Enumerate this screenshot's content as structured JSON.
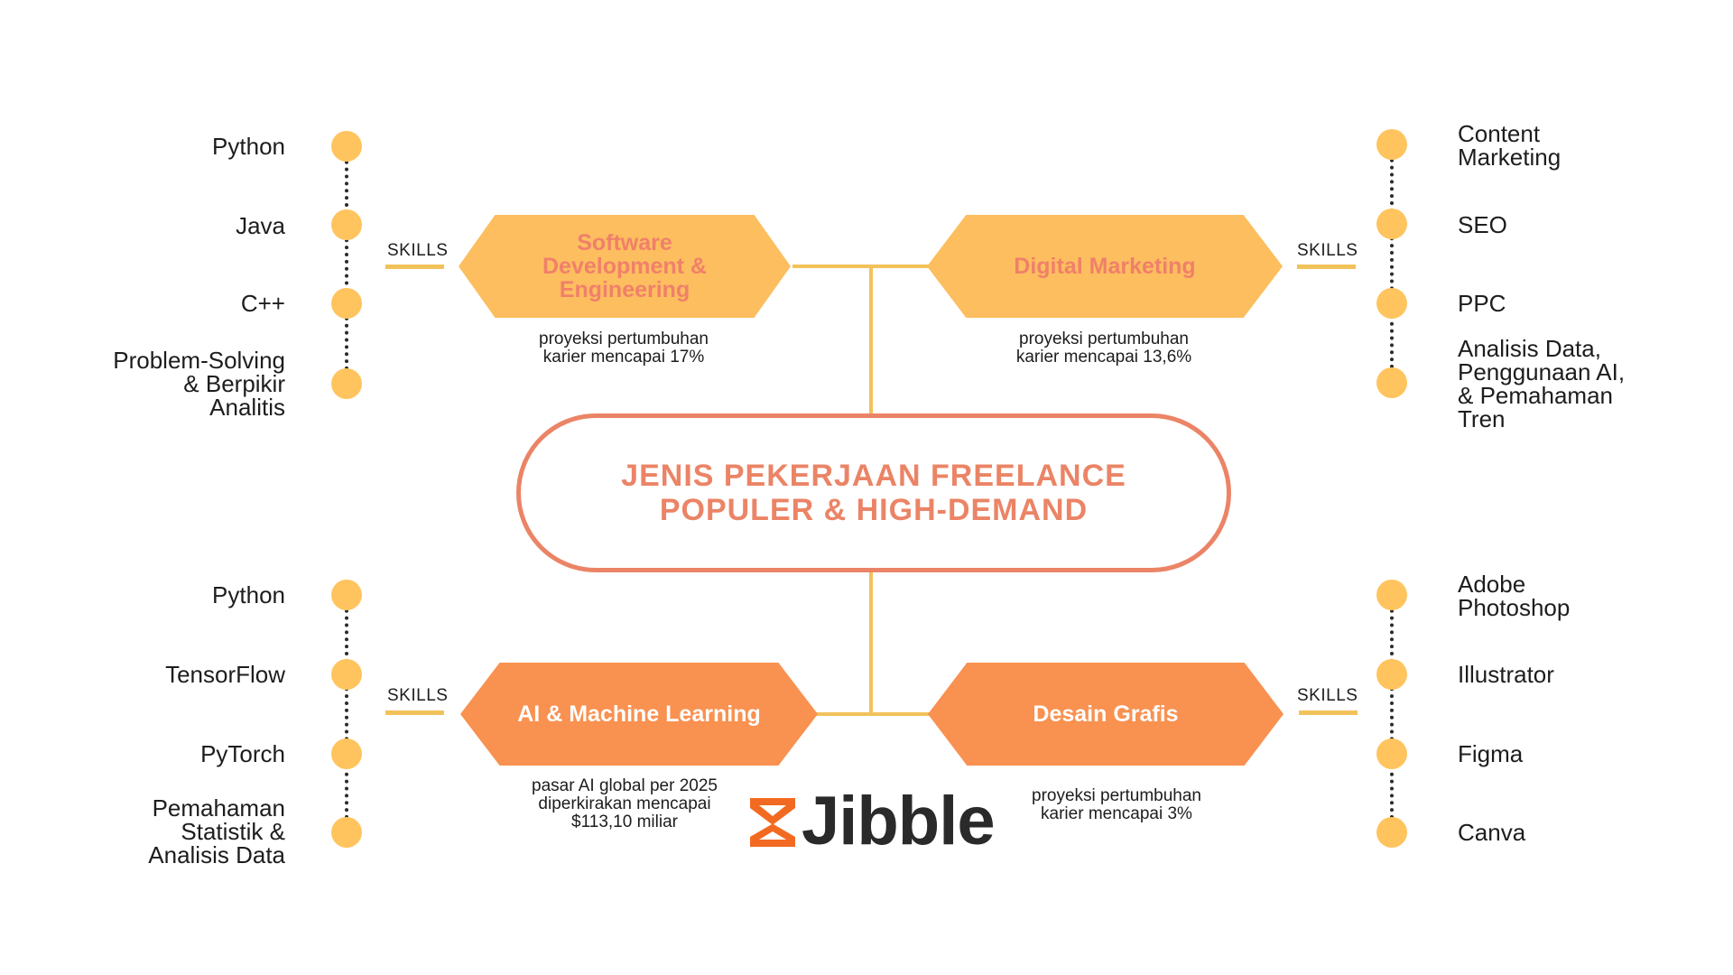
{
  "title_line1": "JENIS PEKERJAAN FREELANCE",
  "title_line2": "POPULER & HIGH-DEMAND",
  "skills_tag": "SKILLS",
  "quadrants": {
    "software": {
      "title": "Software Development & Engineering",
      "caption_lines": [
        "proyeksi pertumbuhan",
        "karier mencapai 17%"
      ],
      "skills": [
        [
          "Python"
        ],
        [
          "Java"
        ],
        [
          "C++"
        ],
        [
          "Problem-Solving",
          "& Berpikir",
          "Analitis"
        ]
      ]
    },
    "marketing": {
      "title": "Digital Marketing",
      "caption_lines": [
        "proyeksi pertumbuhan",
        "karier mencapai 13,6%"
      ],
      "skills": [
        [
          "Content",
          "Marketing"
        ],
        [
          "SEO"
        ],
        [
          "PPC"
        ],
        [
          "Analisis Data,",
          "Penggunaan AI,",
          "& Pemahaman",
          "Tren"
        ]
      ]
    },
    "ai": {
      "title": "AI & Machine Learning",
      "caption_lines": [
        "pasar AI global per 2025",
        "diperkirakan mencapai",
        "$113,10 miliar"
      ],
      "skills": [
        [
          "Python"
        ],
        [
          "TensorFlow"
        ],
        [
          "PyTorch"
        ],
        [
          "Pemahaman",
          "Statistik &",
          "Analisis Data"
        ]
      ]
    },
    "design": {
      "title": "Desain Grafis",
      "caption_lines": [
        "proyeksi pertumbuhan",
        "karier mencapai 3%"
      ],
      "skills": [
        [
          "Adobe",
          "Photoshop"
        ],
        [
          "Illustrator"
        ],
        [
          "Figma"
        ],
        [
          "Canva"
        ]
      ]
    }
  },
  "logo": {
    "text": "Jibble",
    "icon": "hourglass-logo-icon",
    "icon_color": "#F26A21",
    "text_color": "#2A2A2A"
  },
  "colors": {
    "accent_light": "#FDBE5F",
    "accent_dark": "#F99150",
    "dot": "#FFC45E",
    "pill_border": "#EB8466",
    "connector": "#F2C25A"
  }
}
